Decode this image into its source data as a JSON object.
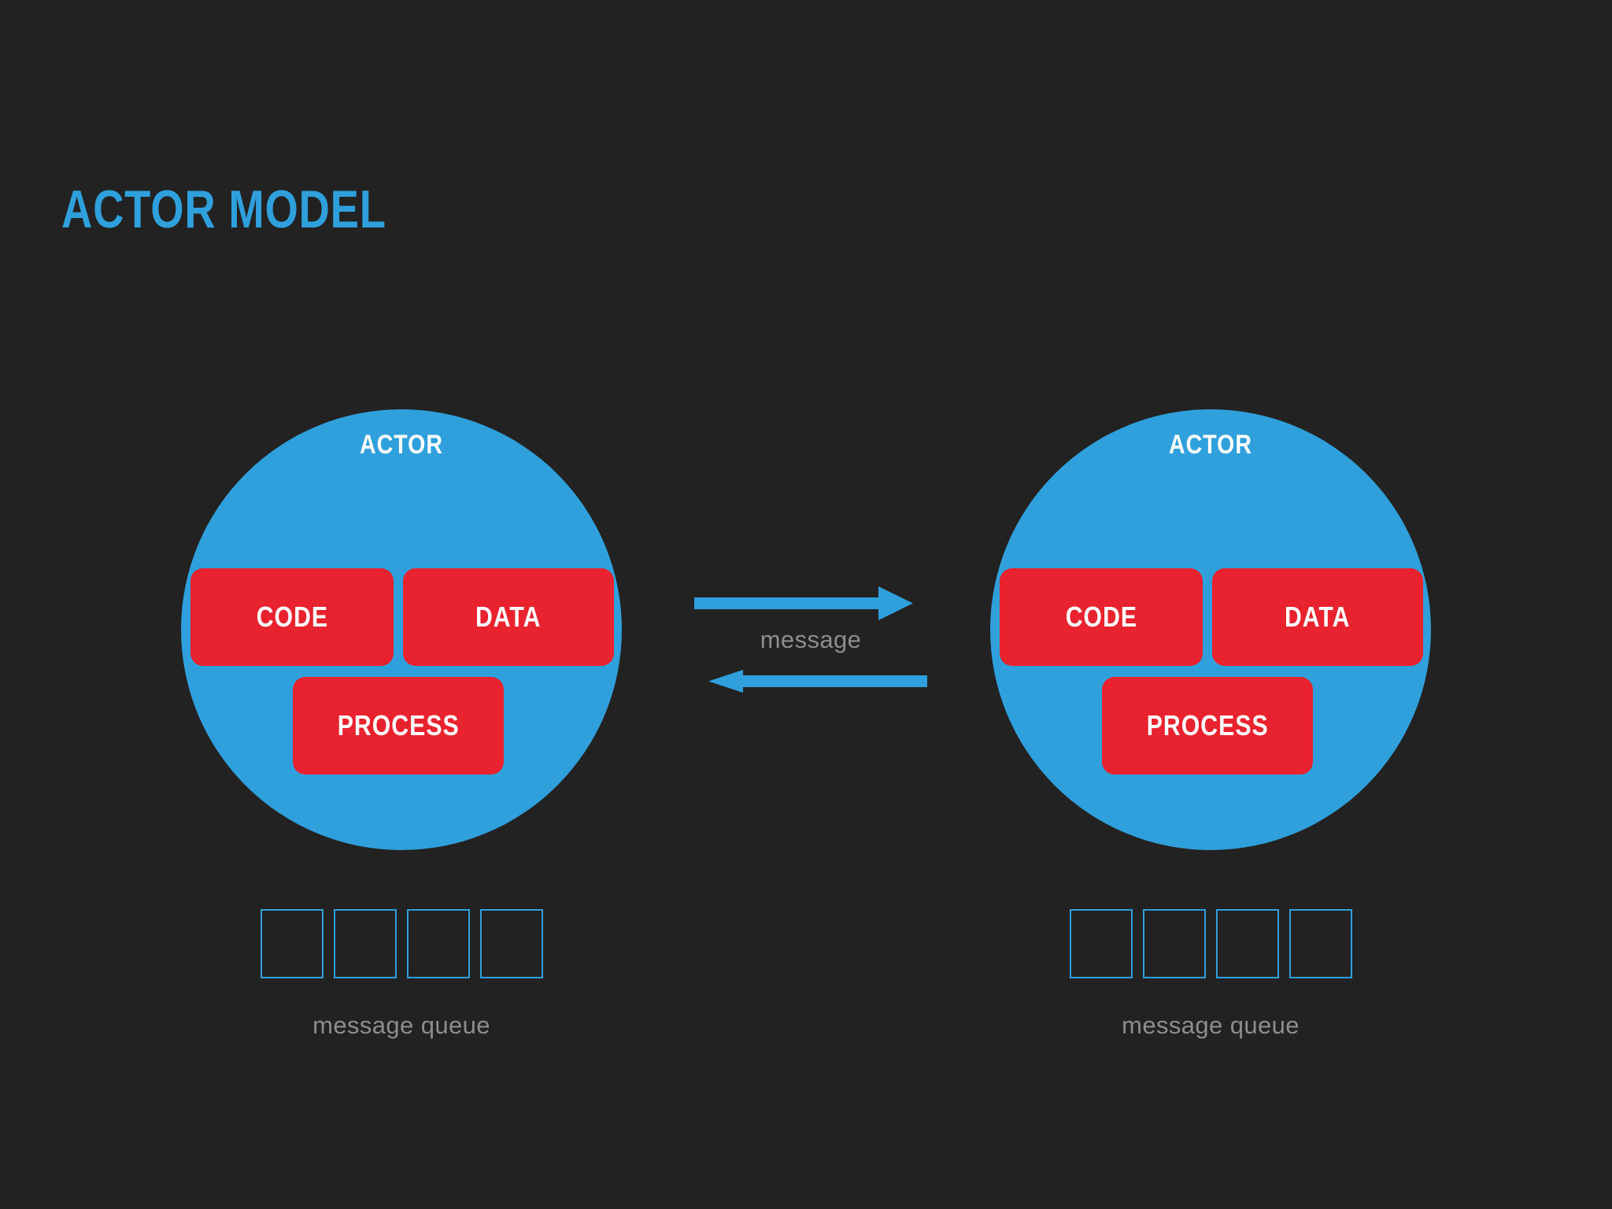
{
  "page": {
    "title": "ACTOR MODEL",
    "background_color": "#222222"
  },
  "colors": {
    "accent_blue": "#2FA0DC",
    "block_red": "#E8222E",
    "label_white": "#FFFFFF",
    "muted_gray": "#8D8D8D",
    "background": "#222222"
  },
  "actors": [
    {
      "id": "actor-left",
      "label": "ACTOR",
      "blocks": [
        {
          "id": "code",
          "label": "CODE"
        },
        {
          "id": "data",
          "label": "DATA"
        },
        {
          "id": "process",
          "label": "PROCESS"
        }
      ],
      "queue": {
        "caption": "message queue",
        "slot_count": 4,
        "slots": [
          "",
          "",
          "",
          ""
        ]
      }
    },
    {
      "id": "actor-right",
      "label": "ACTOR",
      "blocks": [
        {
          "id": "code",
          "label": "CODE"
        },
        {
          "id": "data",
          "label": "DATA"
        },
        {
          "id": "process",
          "label": "PROCESS"
        }
      ],
      "queue": {
        "caption": "message queue",
        "slot_count": 4,
        "slots": [
          "",
          "",
          "",
          ""
        ]
      }
    }
  ],
  "messaging": {
    "label": "message",
    "arrows": [
      {
        "id": "arrow-right",
        "direction": "left-to-right",
        "color": "#2FA0DC"
      },
      {
        "id": "arrow-left",
        "direction": "right-to-left",
        "color": "#2FA0DC"
      }
    ]
  }
}
